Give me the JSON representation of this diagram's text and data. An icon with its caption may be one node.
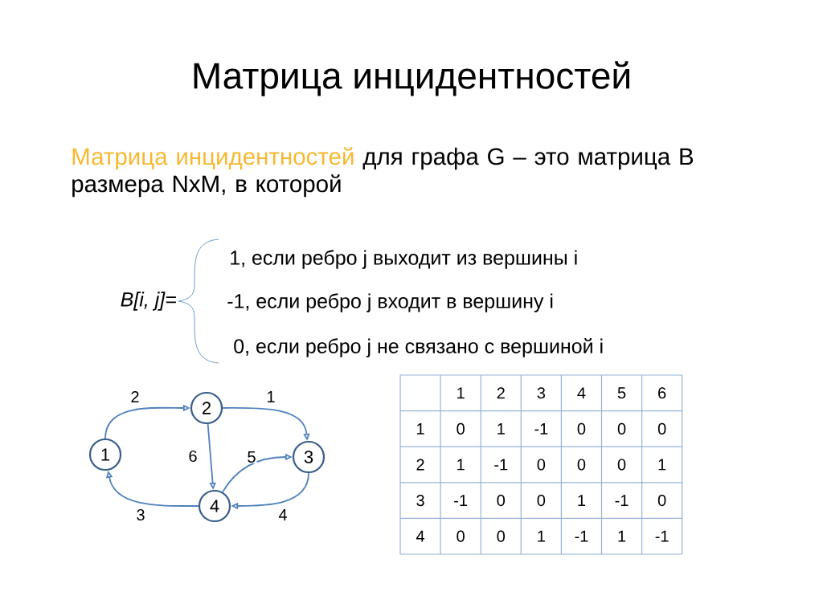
{
  "diagram": {
    "title": "Матрица инцидентностей",
    "nodes": [
      {
        "text": [
          "1"
        ]
      },
      {
        "text": [
          "2"
        ]
      },
      {
        "text": [
          "3"
        ]
      },
      {
        "text": [
          "4"
        ]
      }
    ],
    "edges": [
      {
        "from": 1,
        "to": 2,
        "arrow": "to",
        "label": "1"
      },
      {
        "from": 0,
        "to": 1,
        "arrow": "to",
        "label": "2"
      },
      {
        "from": 3,
        "to": 0,
        "arrow": "to",
        "label": "3"
      },
      {
        "from": 2,
        "to": 3,
        "arrow": "to",
        "label": "4"
      },
      {
        "from": 3,
        "to": 2,
        "arrow": "to",
        "label": "5"
      },
      {
        "from": 1,
        "to": 3,
        "arrow": "to",
        "label": "6"
      }
    ],
    "labels": [
      "Матрица инцидентностей",
      "для графа G – это матрица B размера NxM, в которой",
      "B[i, j]=",
      "1, если ребро j выходит из вершины i",
      "-1, если ребро j входит в вершину i",
      "0, если ребро j не связано с вершиной i",
      "1",
      "2",
      "3",
      "4",
      "5",
      "6",
      "1",
      "0",
      "1",
      "-1",
      "0",
      "0",
      "0",
      "2",
      "1",
      "-1",
      "0",
      "0",
      "0",
      "1",
      "3",
      "-1",
      "0",
      "0",
      "1",
      "-1",
      "0",
      "4",
      "0",
      "0",
      "1",
      "-1",
      "1",
      "-1"
    ]
  }
}
